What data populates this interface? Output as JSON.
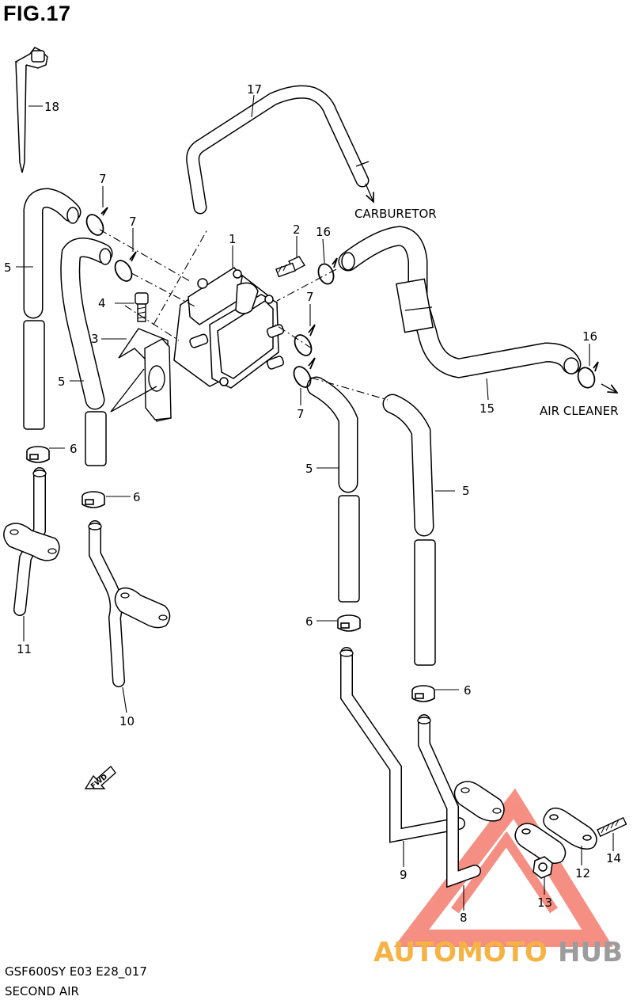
{
  "figure": {
    "title": "FIG.17",
    "model_code": "GSF600SY E03 E28_017",
    "section_name": "SECOND AIR"
  },
  "destinations": {
    "carburetor": "CARBURETOR",
    "air_cleaner": "AIR CLEANER"
  },
  "fwd_marker": "FWD",
  "watermark": {
    "brand_part1": "AUTOMOTO",
    "brand_part2": "HUB",
    "accent_color": "#f47c6e",
    "brand_color_1": "#f5a623",
    "brand_color_2": "#8b8b8b"
  },
  "callouts": [
    {
      "id": "c1",
      "number": "1"
    },
    {
      "id": "c2",
      "number": "2"
    },
    {
      "id": "c3",
      "number": "3"
    },
    {
      "id": "c4",
      "number": "4"
    },
    {
      "id": "c5a",
      "number": "5"
    },
    {
      "id": "c5b",
      "number": "5"
    },
    {
      "id": "c5c",
      "number": "5"
    },
    {
      "id": "c5d",
      "number": "5"
    },
    {
      "id": "c6a",
      "number": "6"
    },
    {
      "id": "c6b",
      "number": "6"
    },
    {
      "id": "c6c",
      "number": "6"
    },
    {
      "id": "c6d",
      "number": "6"
    },
    {
      "id": "c7a",
      "number": "7"
    },
    {
      "id": "c7b",
      "number": "7"
    },
    {
      "id": "c7c",
      "number": "7"
    },
    {
      "id": "c7d",
      "number": "7"
    },
    {
      "id": "c8",
      "number": "8"
    },
    {
      "id": "c9",
      "number": "9"
    },
    {
      "id": "c10",
      "number": "10"
    },
    {
      "id": "c11",
      "number": "11"
    },
    {
      "id": "c12",
      "number": "12"
    },
    {
      "id": "c13",
      "number": "13"
    },
    {
      "id": "c14",
      "number": "14"
    },
    {
      "id": "c15",
      "number": "15"
    },
    {
      "id": "c16a",
      "number": "16"
    },
    {
      "id": "c16b",
      "number": "16"
    },
    {
      "id": "c17",
      "number": "17"
    },
    {
      "id": "c18",
      "number": "18"
    }
  ]
}
